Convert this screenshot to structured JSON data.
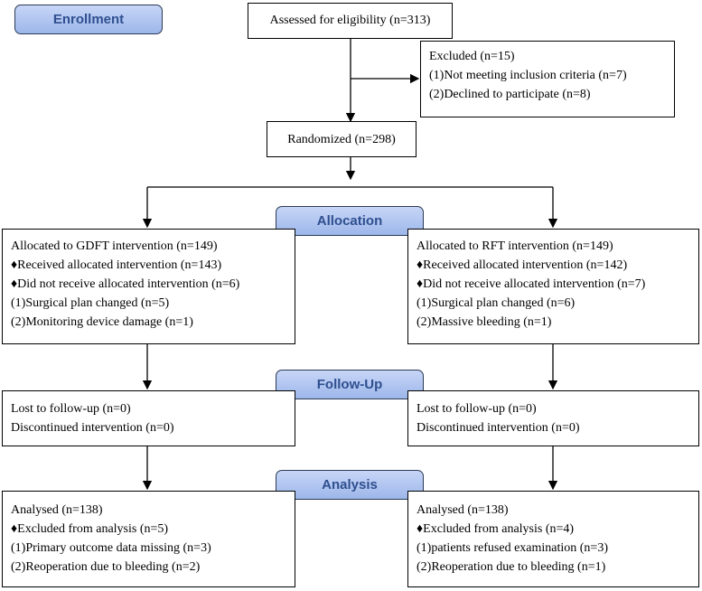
{
  "stages": {
    "enrollment": "Enrollment",
    "allocation": "Allocation",
    "follow_up": "Follow-Up",
    "analysis": "Analysis"
  },
  "assessed": "Assessed for eligibility (n=313)",
  "excluded": {
    "title": "Excluded  (n=15)",
    "reasons": [
      "(1)Not meeting inclusion criteria (n=7)",
      "(2)Declined to participate (n=8)"
    ]
  },
  "randomized": "Randomized (n=298)",
  "gdft": {
    "allocation": [
      "Allocated to GDFT intervention (n=149)",
      "♦Received allocated intervention (n=143)",
      "♦Did not receive allocated intervention (n=6)",
      "(1)Surgical plan changed (n=5)",
      "(2)Monitoring device damage (n=1)"
    ],
    "follow_up": [
      "Lost to follow-up (n=0)",
      "Discontinued intervention (n=0)"
    ],
    "analysis": [
      "Analysed  (n=138)",
      "♦Excluded from analysis (n=5)",
      "(1)Primary outcome data missing (n=3)",
      "(2)Reoperation due to bleeding (n=2)"
    ]
  },
  "rft": {
    "allocation": [
      "Allocated to RFT intervention (n=149)",
      "♦Received allocated intervention (n=142)",
      "♦Did not receive allocated intervention (n=7)",
      "(1)Surgical plan changed (n=6)",
      "(2)Massive bleeding (n=1)"
    ],
    "follow_up": [
      "Lost to follow-up (n=0)",
      "Discontinued intervention (n=0)"
    ],
    "analysis": [
      "Analysed  (n=138)",
      "♦Excluded from analysis (n=4)",
      "(1)patients refused examination (n=3)",
      "(2)Reoperation due to bleeding (n=1)"
    ]
  }
}
